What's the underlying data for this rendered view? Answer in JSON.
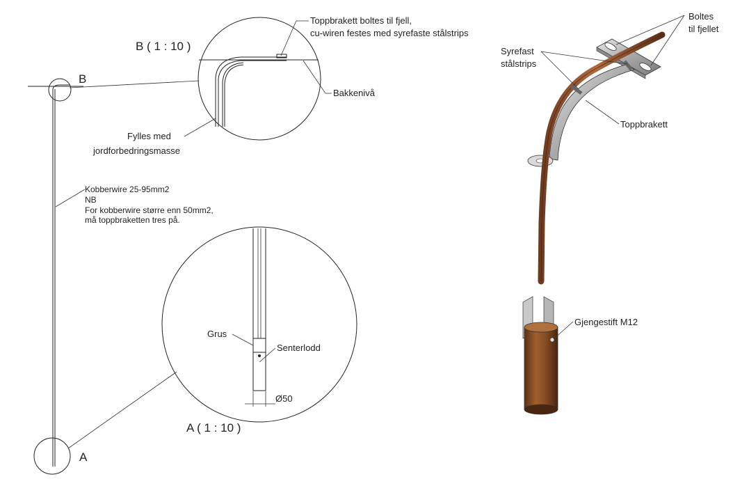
{
  "title": "",
  "left_drawing": {
    "point_b": "B",
    "point_a": "A",
    "wire_label": "Kobberwire 25-95mm2",
    "note_head": "NB",
    "note_line1": "For kobberwire større enn 50mm2,",
    "note_line2": "må toppbraketten tres på."
  },
  "detail_b": {
    "title": "B ( 1 : 10 )",
    "callout_line1": "Toppbrakett boltes til fjell,",
    "callout_line2": "cu-wiren festes med syrefaste stålstrips",
    "ground_label": "Bakkenivå",
    "fill_line1": "Fylles med",
    "fill_line2": "jordforbedringsmasse"
  },
  "detail_a": {
    "title": "A ( 1 : 10 )",
    "gravel_label": "Grus",
    "center_label": "Senterlodd",
    "diameter_label": "Ø50"
  },
  "iso_view": {
    "bolts_line1": "Boltes",
    "bolts_line2": "til fjellet",
    "strips_line1": "Syrefast",
    "strips_line2": "stålstrips",
    "bracket_label": "Toppbrakett",
    "pin_label": "Gjengestift M12"
  },
  "colors": {
    "line": "#222222",
    "copper": "#8a4b2a",
    "copper_light": "#b06a3e",
    "steel": "#9a9a9a",
    "steel_light": "#d4d4d4"
  }
}
